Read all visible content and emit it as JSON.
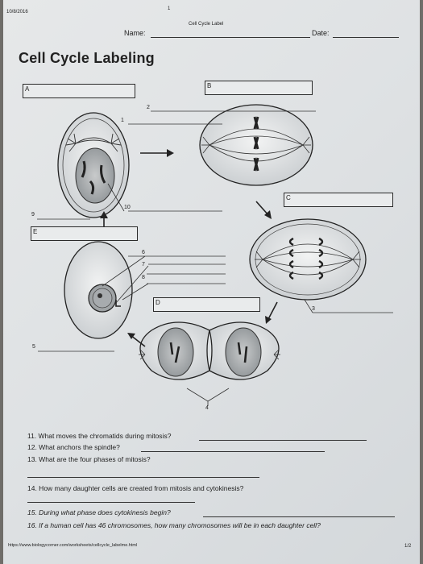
{
  "header": {
    "date": "10/8/2016",
    "page_mark": "1",
    "doc_title": "Cell Cycle Label",
    "name_label": "Name:",
    "date_label": "Date:"
  },
  "title": "Cell Cycle Labeling",
  "boxes": {
    "A": "A",
    "B": "B",
    "C": "C",
    "D": "D",
    "E": "E"
  },
  "numbers": [
    "1",
    "2",
    "3",
    "4",
    "5",
    "6",
    "7",
    "8",
    "9",
    "10"
  ],
  "questions": [
    "11. What moves the chromatids during mitosis?",
    "12. What anchors the spindle?",
    "13. What are the four phases of mitosis?",
    "14. How many daughter cells are created from mitosis and cytokinesis?",
    "15. During what phase does cytokinesis begin?",
    "16. If a human cell has 46 chromosomes, how many chromosomes will be in each daughter cell?"
  ],
  "footer": {
    "url": "https://www.biologycorner.com/worksheets/cellcycle_labelme.html",
    "page": "1/2"
  }
}
